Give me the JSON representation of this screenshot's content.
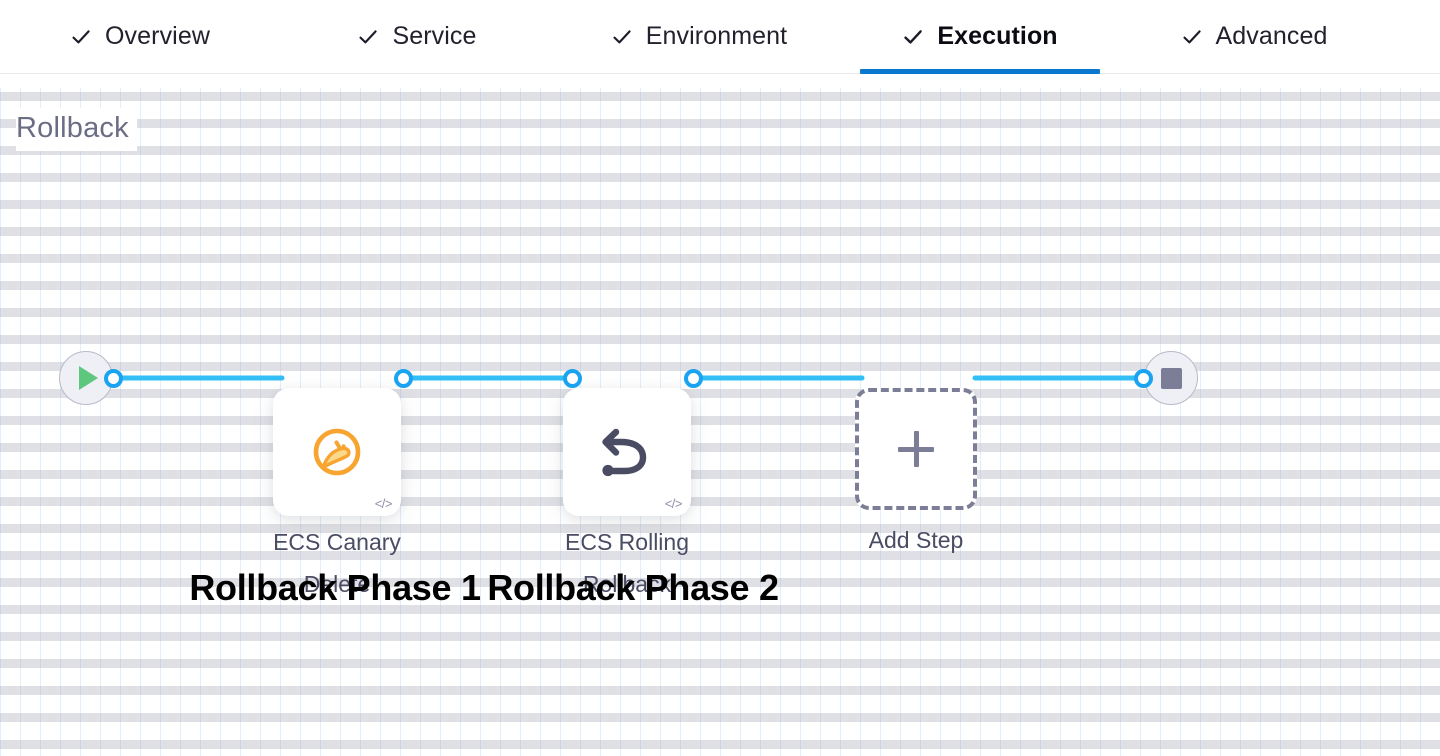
{
  "tabs": [
    {
      "id": "overview",
      "label": "Overview",
      "icon": "check-icon",
      "active": false
    },
    {
      "id": "service",
      "label": "Service",
      "icon": "check-icon",
      "active": false
    },
    {
      "id": "environment",
      "label": "Environment",
      "icon": "check-icon",
      "active": false
    },
    {
      "id": "execution",
      "label": "Execution",
      "icon": "check-icon",
      "active": true
    },
    {
      "id": "advanced",
      "label": "Advanced",
      "icon": "check-icon",
      "active": false
    }
  ],
  "section": {
    "title": "Rollback"
  },
  "pipeline": {
    "start_node": {
      "name": "start-node",
      "icon": "play-icon"
    },
    "end_node": {
      "name": "end-node",
      "icon": "stop-icon"
    },
    "steps": [
      {
        "id": "ecs-canary-delete",
        "label": "ECS Canary Delete",
        "icon": "ecs-canary-delete-icon",
        "badge": "</>",
        "annotation": "Rollback Phase 1"
      },
      {
        "id": "ecs-rolling-rollback",
        "label": "ECS Rolling Rollback",
        "icon": "rollback-undo-icon",
        "badge": "</>",
        "annotation": "Rollback Phase 2"
      }
    ],
    "add_step": {
      "label": "Add Step",
      "icon": "plus-icon"
    }
  },
  "colors": {
    "accent_tab_underline": "#0b78d0",
    "connector": "#33bff5",
    "port_ring": "#1aa3f0",
    "canary_icon": "#f8a430",
    "rollback_icon": "#4a4c64",
    "start_play": "#5ec77e",
    "end_stop": "#7c7d96",
    "section_title": "#6b6d85",
    "node_label": "#4a4c64",
    "annotation": "#000000"
  }
}
